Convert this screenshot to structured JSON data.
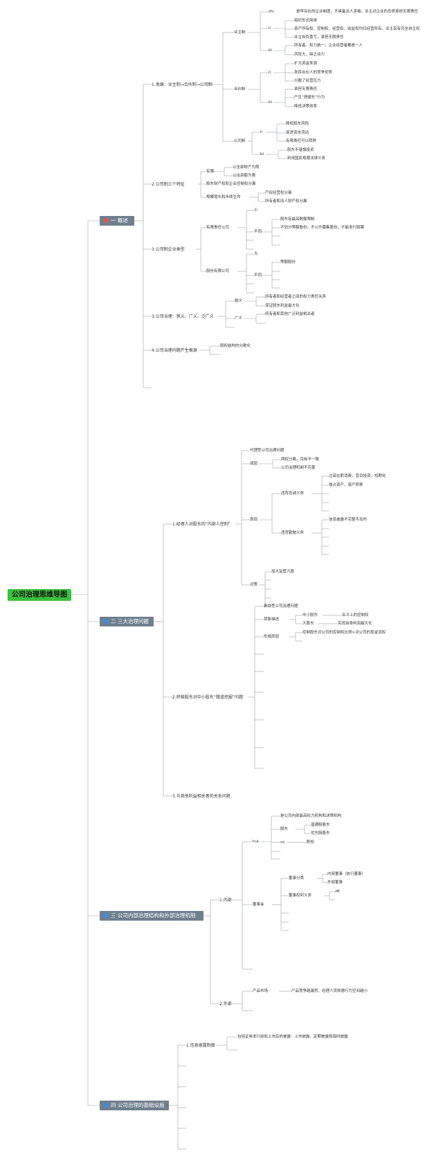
{
  "root": "公司治理思维导图",
  "colors": {
    "root": "#3cc13c",
    "section": "#6f7f8e",
    "line": "#9aa0a6",
    "icon_1": "#e8534a",
    "icon_blue": "#3a8ee6"
  },
  "sections": [
    {
      "label": "一 概述",
      "icon": "cross-icon"
    },
    {
      "label": "二 三大治理问题",
      "icon": "diamond-icon"
    },
    {
      "label": "三 公司内部治理结构和外部治理机制",
      "icon": "diamond-icon"
    },
    {
      "label": "四 公司治理的基础设施",
      "icon": "diamond-icon"
    }
  ],
  "s1": {
    "dev": "1.发展：业主制→合伙制→公司制",
    "yezhu": "业主制",
    "zhi": "zhi",
    "li": "li",
    "bi": "bi",
    "yz_zhi": "是早存在的企业制度，不具备法人资格，业主对企业的负债承担无限责任",
    "yz_li_1": "组织形式简单",
    "yz_li_2": "资产所有权、控制权、经营权、收益权均归经营所有，业主享有完全自主权",
    "yz_li_3": "业主自负盈亏，承担无限责任",
    "yz_bi_1": "所有者、权力统一，企业经营者都是一人",
    "yz_bi_2": "风险大，缺乏动力",
    "hehuo": "合伙制",
    "hh_li_1": "扩大资金来源",
    "hh_li_2": "发挥合伙人的竞争优势",
    "hh_li_3": "分散了经营压力",
    "hh_bi_1": "承担无限责任",
    "hh_bi_2": "产生“搭便车”行为",
    "hh_bi_3": "降低决策效率",
    "gongsi": "公司制",
    "gs_li_1": "降低股东风险",
    "gs_li_2": "促进资本流动",
    "gs_li_3": "有限责任可以转移",
    "gs_bi_1": "股东不谨慎投资",
    "gs_bi_2": "利用国民规避法律义务",
    "feature": "2.公司制三个特征",
    "f_a": "有限",
    "f_a1": "以全部财产为限",
    "f_a2": "以出资额为限",
    "f_b": "股东财产权和企业控制权分离",
    "f_c": "规模增长和永续生命",
    "f_c1": "产权经营权分离",
    "f_c2": "所有者和法人财产权分离",
    "types": "3.公司制企业类型",
    "youxian": "有限责任公司",
    "yx_small": "小",
    "yx_nb": "不同",
    "yx_nb1": "股东有最高数额限制",
    "yx_nb2": "不划分等额股份，不公开募集股份，不能发行股票",
    "gufen": "股份有限公司",
    "gf_big": "大",
    "gf_nb": "不同",
    "gf_nb1": "等额股份",
    "governance": "3.公司治理：狭义、广义、泛广义",
    "narrow": "狭义",
    "narrow_1": "所有者和经营者之间的权力责任关系",
    "narrow_2": "保证股东利益最大化",
    "broad": "广义",
    "broad_1": "所有者和其他广泛利益相关者",
    "problem": "4.公司治理问题产生根源",
    "problem_1": "股权结构的分散化"
  },
  "s2": {
    "p1": "1.经理人对股东的“内部人控制”",
    "p1_a": "代理型公司治理问题",
    "p1_cause": "成因",
    "p1_cause_1": "两权分离，目标不一致",
    "p1_cause_2": "公司治理机制不完善",
    "p1_show": "表现",
    "p1_duty1": "违背忠诚义务",
    "p1_duty1_1": "过高在职消费，盲目投资，短期化",
    "p1_duty1_2": "侵占资产、资产转移",
    "p1_duty2": "违背勤勉义务",
    "p1_duty2_1": "信息披露不完整不及时",
    "p1_counter": "对策",
    "p1_counter_1": "加大监管力度",
    "p2": "2.终极股东对中小股东“隧道挖掘”问题",
    "p2_a": "剥夺型公司治理问题",
    "p2_phen": "现象描述",
    "p2_small": "中小股东",
    "p2_small_1": "名义上的控制权",
    "p2_big": "大股东",
    "p2_big_1": "实现自身利润最大化",
    "p2_reason": "形成原因",
    "p2_reason_1": "控制股东对公司的控制权比例>对公司的现金流权",
    "p3": "3.与其他利益相关者的关系问题"
  },
  "s3": {
    "inner": "1.内部",
    "hui": "hui",
    "hui_1": "是公司内部最高权力机构和决策机构",
    "gudong": "股东",
    "gudong_1": "普通股股东",
    "gudong_2": "优先股股东",
    "vs": "vs",
    "vs_1": "职权",
    "board": "董事会",
    "board_type": "董事分类",
    "board_type_1": "内部董事（执行董事）",
    "board_type_2": "外部董事",
    "board_right": "董事权利义务",
    "board_right_1": "zB",
    "outer": "2.外部",
    "market": "产品市场",
    "market_1": "产品竞争越激烈，经理人员败德行为空间越小"
  },
  "s4": {
    "info": "1.信息披露制度",
    "info_1": "包括证券发行前和上市后的披露：上市披露、定期披露和临时披露"
  }
}
